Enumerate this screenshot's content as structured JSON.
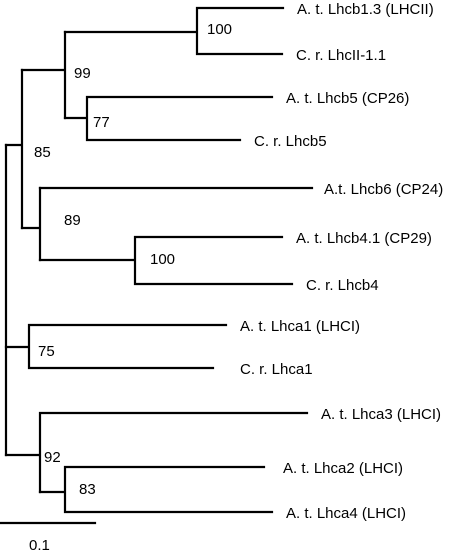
{
  "tree": {
    "colors": {
      "line": "#000000",
      "background": "#ffffff"
    },
    "taxa": [
      "A. t. Lhcb1.3 (LHCII)",
      "C. r. LhcII-1.1",
      "A. t. Lhcb5 (CP26)",
      "C. r. Lhcb5",
      "A.t. Lhcb6 (CP24)",
      "A. t. Lhcb4.1 (CP29)",
      "C. r. Lhcb4",
      "A. t. Lhca1 (LHCI)",
      "C. r. Lhca1",
      "A. t. Lhca3 (LHCI)",
      "A. t. Lhca2 (LHCI)",
      "A. t. Lhca4 (LHCI)"
    ],
    "bootstrap": [
      "100",
      "99",
      "77",
      "85",
      "89",
      "100",
      "75",
      "92",
      "83"
    ],
    "scale_label": "0.1"
  }
}
